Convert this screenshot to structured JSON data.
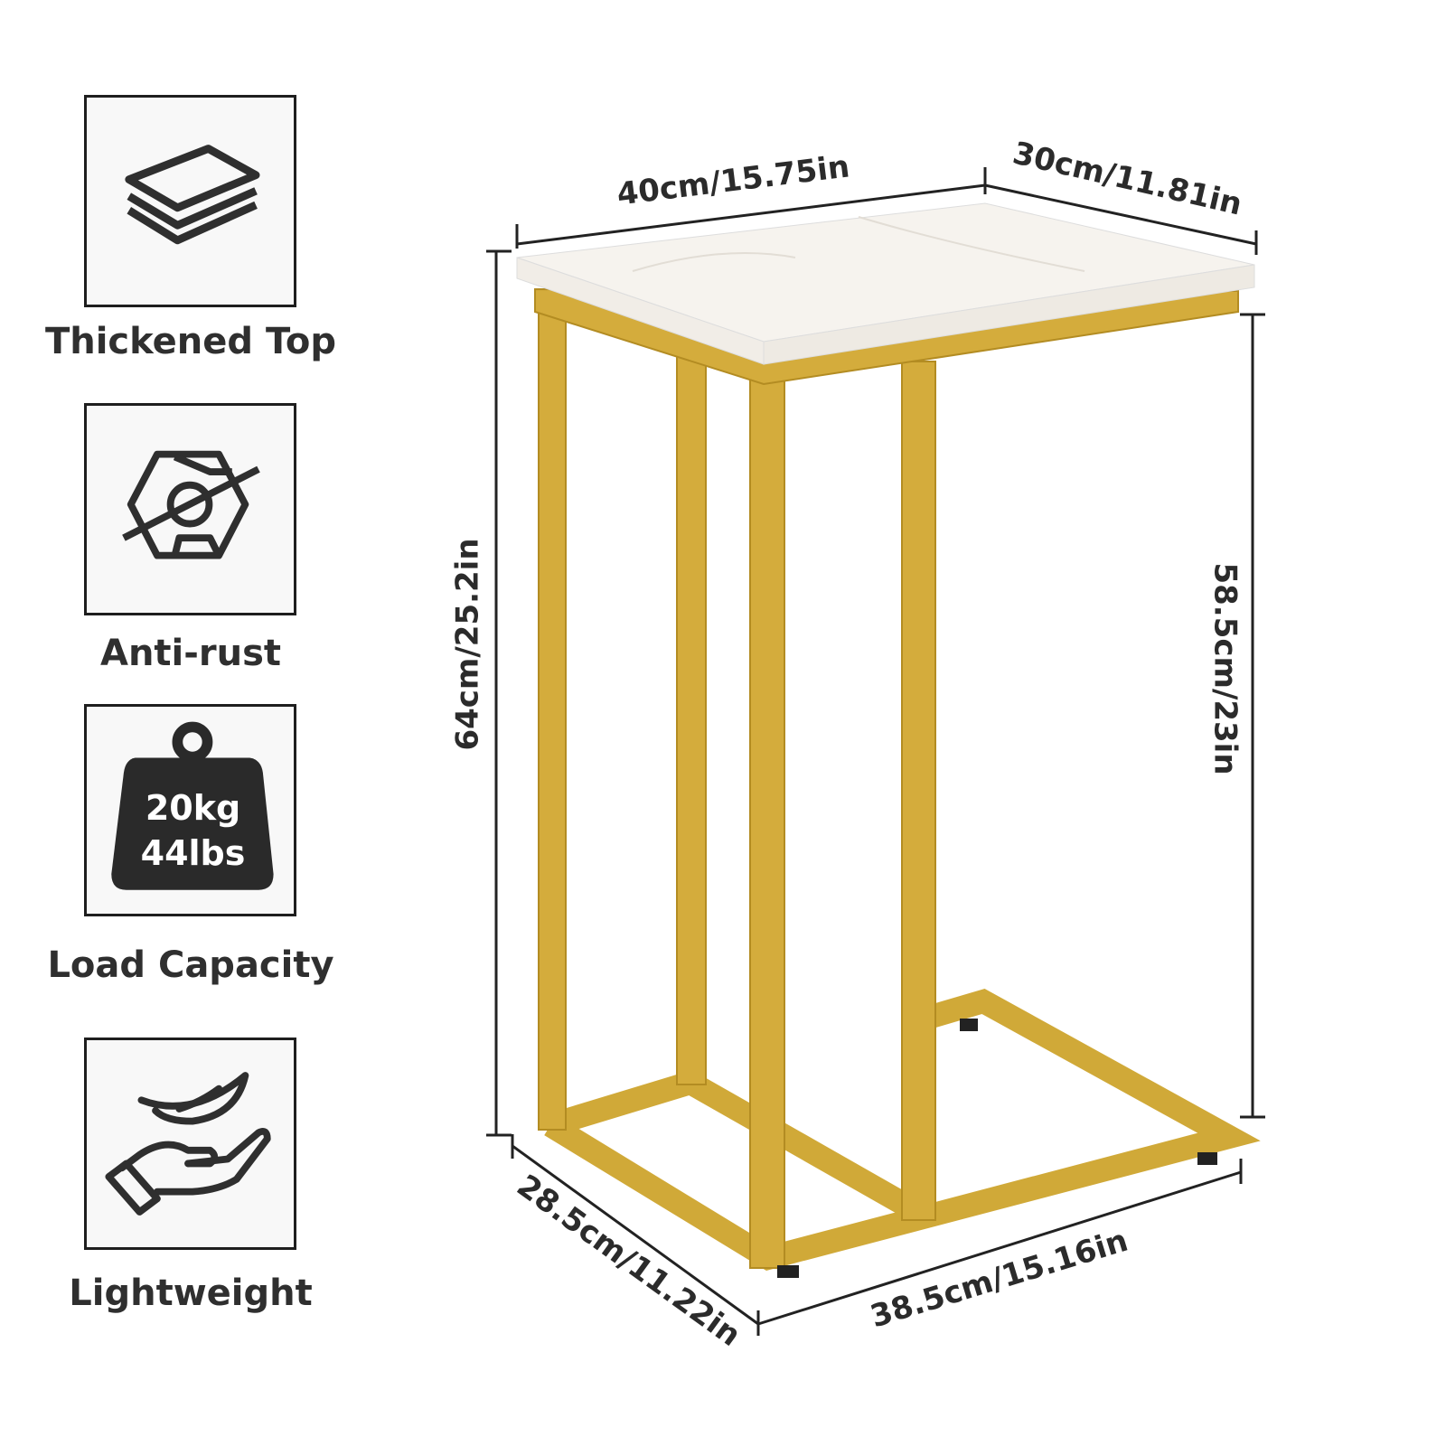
{
  "features": [
    {
      "label": "Thickened Top",
      "icon": "layers-icon"
    },
    {
      "label": "Anti-rust",
      "icon": "anti-rust-nut-icon"
    },
    {
      "label": "Load Capacity",
      "icon": "weight-icon",
      "weight_kg": "20kg",
      "weight_lbs": "44lbs"
    },
    {
      "label": "Lightweight",
      "icon": "hand-feather-icon"
    }
  ],
  "dimensions": {
    "top_width": "40cm/15.75in",
    "top_depth": "30cm/11.81in",
    "total_height": "64cm/25.2in",
    "under_height": "58.5cm/23in",
    "base_depth": "28.5cm/11.22in",
    "base_width": "38.5cm/15.16in"
  },
  "colors": {
    "frame": "#d4ac3c",
    "top": "#f6f3ee",
    "text": "#2b2b2b"
  }
}
